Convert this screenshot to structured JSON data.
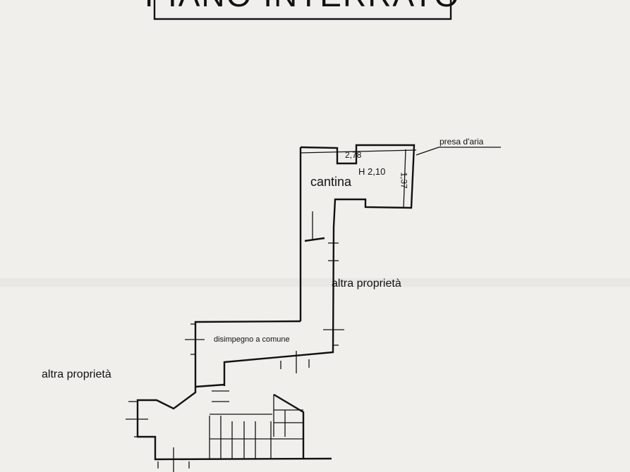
{
  "title": "PIANO INTERRATO",
  "labels": {
    "cantina": "cantina",
    "height": "H 2,10",
    "width_dim": "2,78",
    "depth_dim": "1,37",
    "presa_aria": "presa d'aria",
    "altra_proprieta_right": "altra proprietà",
    "altra_proprieta_left": "altra proprietà",
    "disimpegno": "disimpegno a comune"
  },
  "colors": {
    "paper": "#f1efec",
    "ink": "#111111"
  }
}
